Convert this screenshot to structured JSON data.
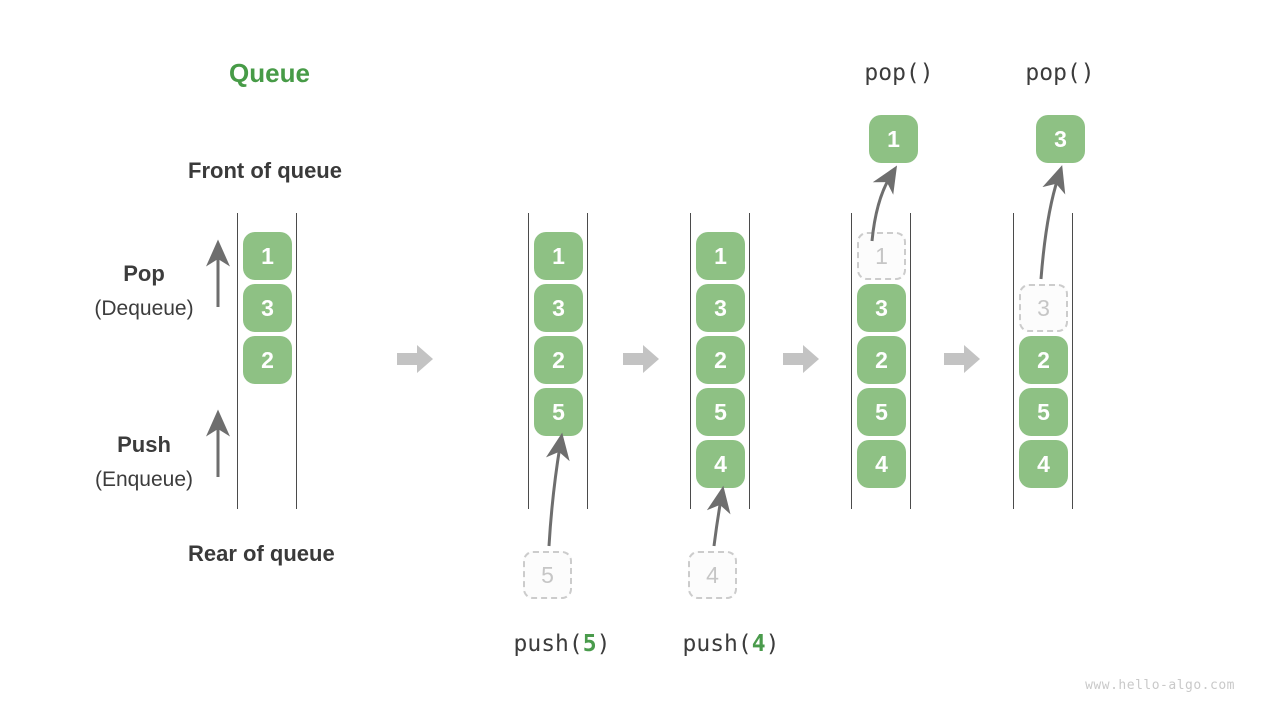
{
  "title": "Queue",
  "side_labels": {
    "front": "Front of queue",
    "rear": "Rear of queue",
    "pop": "Pop",
    "pop_sub": "(Dequeue)",
    "push": "Push",
    "push_sub": "(Enqueue)"
  },
  "colors": {
    "accent_green": "#479b47",
    "cell_green": "#8ec184",
    "code_arg_green": "#4a9b4c",
    "text_dark": "#3c3c3c",
    "tube_line": "#4b4b4b",
    "block_arrow_gray": "#c3c3c3",
    "thin_arrow_gray": "#6e6e6e",
    "ghost_gray": "#c6c6c6"
  },
  "queue_states": [
    {
      "cells": [
        {
          "value": "1"
        },
        {
          "value": "3"
        },
        {
          "value": "2"
        }
      ]
    },
    {
      "cells": [
        {
          "value": "1"
        },
        {
          "value": "3"
        },
        {
          "value": "2"
        },
        {
          "value": "5"
        }
      ]
    },
    {
      "cells": [
        {
          "value": "1"
        },
        {
          "value": "3"
        },
        {
          "value": "2"
        },
        {
          "value": "5"
        },
        {
          "value": "4"
        }
      ]
    },
    {
      "ghost": {
        "value": "1"
      },
      "cells": [
        {
          "value": "3"
        },
        {
          "value": "2"
        },
        {
          "value": "5"
        },
        {
          "value": "4"
        }
      ]
    },
    {
      "ghost": {
        "value": "3"
      },
      "cells": [
        {
          "value": "2"
        },
        {
          "value": "5"
        },
        {
          "value": "4"
        }
      ]
    }
  ],
  "push_operations": [
    {
      "fn_open": "push(",
      "arg": "5",
      "fn_close": ")",
      "staged_value": "5"
    },
    {
      "fn_open": "push(",
      "arg": "4",
      "fn_close": ")",
      "staged_value": "4"
    }
  ],
  "pop_operations": [
    {
      "label": "pop()",
      "result": "1"
    },
    {
      "label": "pop()",
      "result": "3"
    }
  ],
  "watermark": "www.hello-algo.com"
}
